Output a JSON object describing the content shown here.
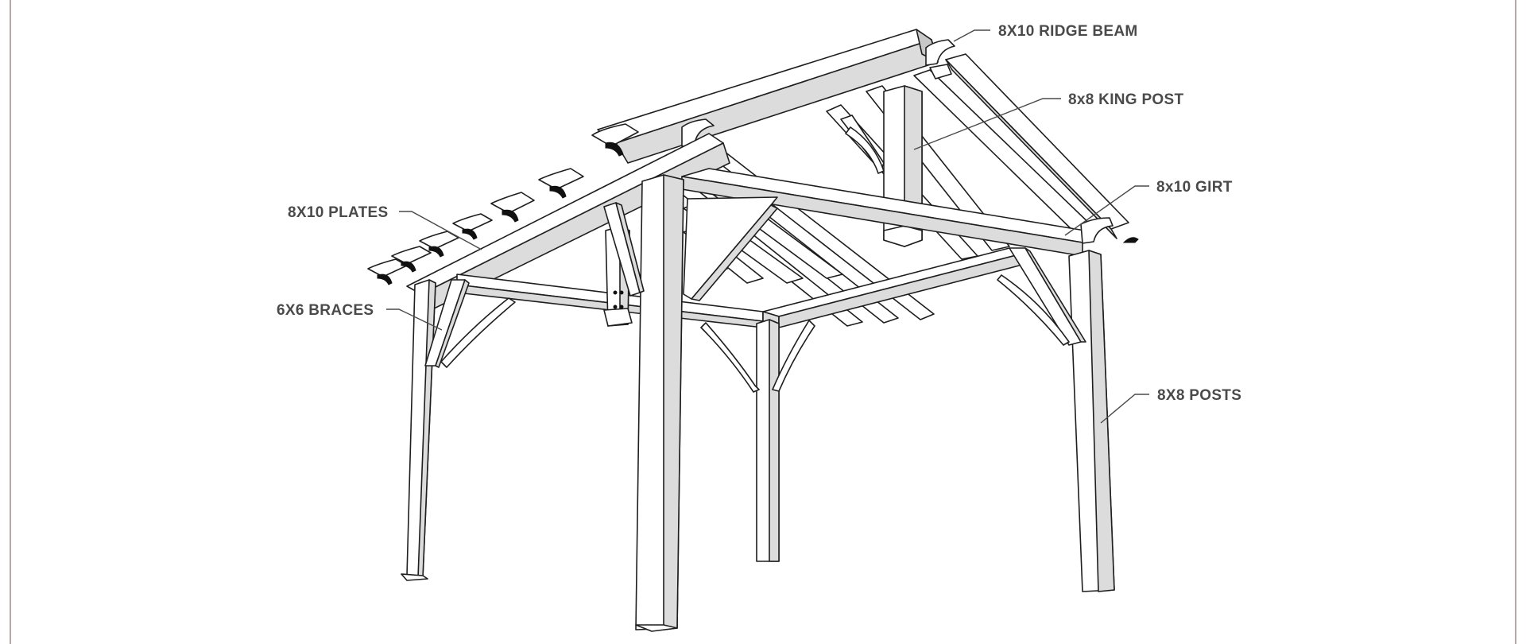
{
  "labels": {
    "ridge_beam": "8X10 RIDGE BEAM",
    "king_post": "8x8 KING POST",
    "girt": "8x10 GIRT",
    "plates": "8X10 PLATES",
    "braces": "6X6 BRACES",
    "posts": "8X8 POSTS"
  },
  "colors": {
    "label_text": "#4a4a4a",
    "line": "#1e1e1e",
    "shade": "#dcdcdc",
    "frame": "#b9a9a4"
  }
}
